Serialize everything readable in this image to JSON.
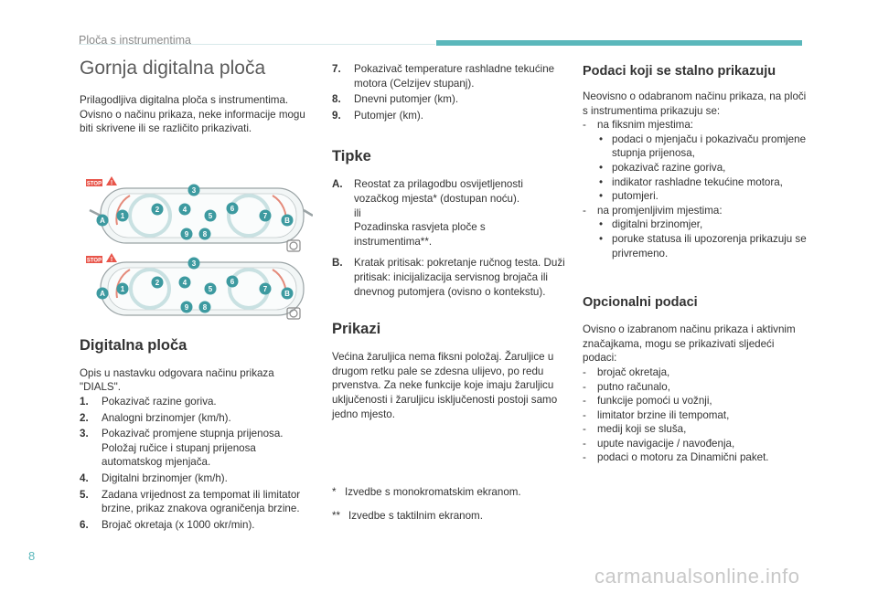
{
  "header": {
    "section": "Ploča s instrumentima"
  },
  "page_number": "8",
  "watermark": "carmanualsonline.info",
  "col1": {
    "title": "Gornja digitalna ploča",
    "intro": "Prilagodljiva digitalna ploča s instrumentima. Ovisno o načinu prikaza, neke informacije mogu biti skrivene ili se različito prikazivati.",
    "section_title": "Digitalna ploča",
    "section_intro": "Opis u nastavku odgovara načinu prikaza \"DIALS\".",
    "items": [
      {
        "num": "1.",
        "text": "Pokazivač razine goriva."
      },
      {
        "num": "2.",
        "text": "Analogni brzinomjer (km/h)."
      },
      {
        "num": "3.",
        "text": "Pokazivač promjene stupnja prijenosa. Položaj ručice i stupanj prijenosa automatskog mjenjača."
      },
      {
        "num": "4.",
        "text": "Digitalni brzinomjer (km/h)."
      },
      {
        "num": "5.",
        "text": "Zadana vrijednost za tempomat ili limitator brzine, prikaz znakova ograničenja brzine."
      },
      {
        "num": "6.",
        "text": "Brojač okretaja (x 1000 okr/min)."
      }
    ]
  },
  "illustration": {
    "stop_label": "STOP",
    "warning_label": "!",
    "markers_circle": [
      "1",
      "2",
      "3",
      "4",
      "5",
      "6",
      "7",
      "8",
      "9"
    ],
    "markers_letter": [
      "A",
      "B"
    ]
  },
  "col2": {
    "items": [
      {
        "num": "7.",
        "text": "Pokazivač temperature rashladne tekućine motora (Celzijev stupanj)."
      },
      {
        "num": "8.",
        "text": "Dnevni putomjer (km)."
      },
      {
        "num": "9.",
        "text": "Putomjer (km)."
      }
    ],
    "tipke_title": "Tipke",
    "tipke": [
      {
        "num": "A.",
        "text": "Reostat za prilagodbu osvijetljenosti vozačkog mjesta* (dostupan noću).",
        "or": "ili",
        "text2": "Pozadinska rasvjeta ploče s instrumentima**."
      },
      {
        "num": "B.",
        "text": "Kratak pritisak: pokretanje ručnog testa. Duži pritisak: inicijalizacija servisnog brojača ili dnevnog putomjera (ovisno o kontekstu)."
      }
    ],
    "prikazi_title": "Prikazi",
    "prikazi_text": "Većina žaruljica nema fiksni položaj. Žaruljice u drugom retku pale se zdesna ulijevo, po redu prvenstva. Za neke funkcije koje imaju žaruljicu uključenosti i žaruljicu isključenosti postoji samo jedno mjesto.",
    "footnotes": [
      {
        "mark": "*",
        "text": "Izvedbe s monokromatskim ekranom."
      },
      {
        "mark": "**",
        "text": "Izvedbe s taktilnim ekranom."
      }
    ]
  },
  "col3": {
    "title1": "Podaci koji se stalno prikazuju",
    "intro1": "Neovisno o odabranom načinu prikaza, na ploči s instrumentima prikazuju se:",
    "fixed_label": "na fiksnim mjestima:",
    "fixed_items": [
      "podaci o mjenjaču i pokazivaču promjene stupnja prijenosa,",
      "pokazivač razine goriva,",
      "indikator rashladne tekućine motora,",
      "putomjeri."
    ],
    "variable_label": "na promjenljivim mjestima:",
    "variable_items": [
      "digitalni brzinomjer,",
      "poruke statusa ili upozorenja prikazuju se privremeno."
    ],
    "title2": "Opcionalni podaci",
    "intro2": "Ovisno o izabranom načinu prikaza i aktivnim značajkama, mogu se prikazivati sljedeći podaci:",
    "optional_items": [
      "brojač okretaja,",
      "putno računalo,",
      "funkcije pomoći u vožnji,",
      "limitator brzine ili tempomat,",
      "medij koji se sluša,",
      "upute navigacije / navođenja,",
      "podaci o motoru za Dinamični paket."
    ]
  }
}
